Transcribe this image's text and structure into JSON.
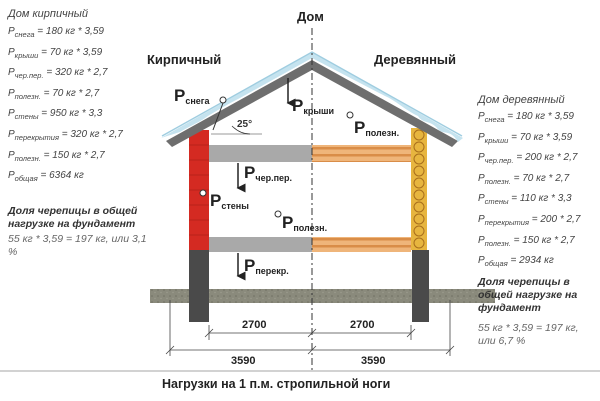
{
  "title_house": "Дом",
  "brick_title": "Кирпичный",
  "wood_title": "Деревянный",
  "angle": "25°",
  "caption": "Нагрузки на 1 п.м. стропильной ноги",
  "dims": {
    "left_inner": "2700",
    "right_inner": "2700",
    "left_outer": "3590",
    "right_outer": "3590"
  },
  "labels": {
    "snow": {
      "main": "P",
      "sub": "снега"
    },
    "roof": {
      "main": "P",
      "sub": "крыши"
    },
    "useful_right": {
      "main": "P",
      "sub": "полезн."
    },
    "attic_floor": {
      "main": "P",
      "sub": "чер.пер."
    },
    "walls": {
      "main": "P",
      "sub": "стены"
    },
    "useful_mid": {
      "main": "P",
      "sub": "полезн."
    },
    "floor": {
      "main": "P",
      "sub": "перекр."
    }
  },
  "brick_house": {
    "heading": "Дом кирпичный",
    "lines": [
      {
        "p": "P",
        "sub": "снега",
        "eq": " = 180 кг * 3,59"
      },
      {
        "p": "P",
        "sub": "крыши",
        "eq": " = 70 кг * 3,59"
      },
      {
        "p": "P",
        "sub": "чер.пер.",
        "eq": " = 320 кг * 2,7"
      },
      {
        "p": "P",
        "sub": "полезн.",
        "eq": " = 70 кг * 2,7"
      },
      {
        "p": "P",
        "sub": "стены",
        "eq": " = 950 кг * 3,3"
      },
      {
        "p": "P",
        "sub": "перекрытия",
        "eq": " = 320 кг * 2,7"
      },
      {
        "p": "P",
        "sub": "полезн.",
        "eq": " = 150 кг * 2,7"
      },
      {
        "p": "P",
        "sub": "общая",
        "eq": " = 6364 кг"
      }
    ],
    "share_title": "Доля черепицы в общей нагрузке на фундамент",
    "share_calc": "55 кг * 3,59 = 197 кг, или 3,1 %"
  },
  "wood_house": {
    "heading": "Дом деревянный",
    "lines": [
      {
        "p": "P",
        "sub": "снега",
        "eq": " = 180 кг * 3,59"
      },
      {
        "p": "P",
        "sub": "крыши",
        "eq": " = 70 кг * 3,59"
      },
      {
        "p": "P",
        "sub": "чер.пер.",
        "eq": " = 200 кг * 2,7"
      },
      {
        "p": "P",
        "sub": "полезн.",
        "eq": " = 70 кг * 2,7"
      },
      {
        "p": "P",
        "sub": "стены",
        "eq": " = 110 кг * 3,3"
      },
      {
        "p": "P",
        "sub": "перекрытия",
        "eq": " = 200 * 2,7"
      },
      {
        "p": "P",
        "sub": "полезн.",
        "eq": " = 150 кг * 2,7"
      },
      {
        "p": "P",
        "sub": "общая",
        "eq": " = 2934 кг"
      }
    ],
    "share_title": "Доля черепицы в общей нагрузке на фундамент",
    "share_calc": "55 кг * 3,59 = 197 кг, или 6,7 %"
  },
  "colors": {
    "brick": "#d42a22",
    "roof_snow": "#c5e3ef",
    "roof_band": "#7a7a7a",
    "ceiling": "#a9a9a9",
    "wood": "#e9a25c",
    "log": "#e7b53f",
    "wall_dark": "#4a4a4a",
    "ground": "#7f7f72"
  }
}
